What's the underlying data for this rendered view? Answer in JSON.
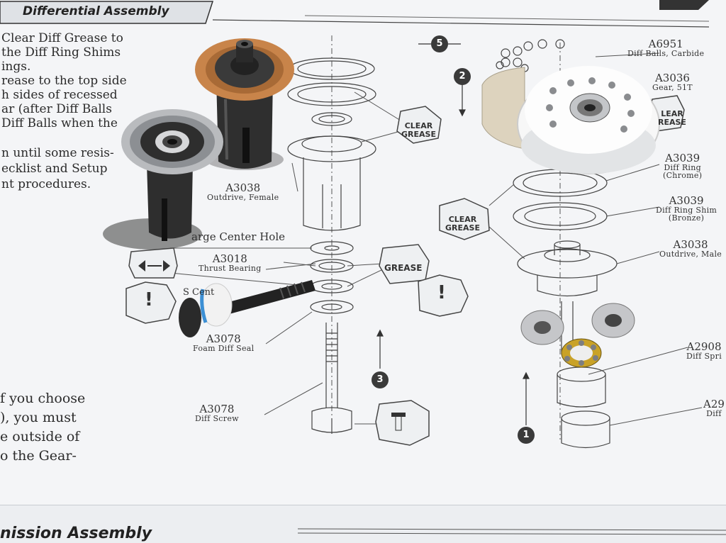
{
  "page": {
    "header_title": "Differential Assembly",
    "footer_title": "nission Assembly"
  },
  "instructions_top": [
    "Clear Diff Grease to",
    "the Diff Ring Shims",
    "ings.",
    "rease to the top side",
    "h sides of recessed",
    "ar (after Diff Balls",
    "Diff Balls when the"
  ],
  "instructions_mid": [
    "n until some resis-",
    "ecklist and Setup",
    "nt procedures."
  ],
  "instructions_bottom": [
    "f you choose",
    "), you must",
    "e outside of",
    "o the Gear-"
  ],
  "parts": {
    "a6951": {
      "code": "A6951",
      "name": "Diff Balls, Carbide"
    },
    "a3036": {
      "code": "A3036",
      "name": "Gear, 51T"
    },
    "a3039_chrome": {
      "code": "A3039",
      "name": "Diff Ring",
      "sub": "(Chrome)"
    },
    "a3039_bronze": {
      "code": "A3039",
      "name": "Diff Ring Shim",
      "sub": "(Bronze)"
    },
    "a3038_male": {
      "code": "A3038",
      "name": "Outdrive, Male"
    },
    "a2908": {
      "code": "A2908",
      "name": "Diff Spri"
    },
    "a29_right": {
      "code": "A29",
      "name": "Diff"
    },
    "a3038_female": {
      "code": "A3038",
      "name": "Outdrive, Female"
    },
    "a3018": {
      "code": "A3018",
      "name": "Thrust Bearing"
    },
    "a3078_seal": {
      "code": "A3078",
      "name": "Foam Diff Seal"
    },
    "a3078_screw": {
      "code": "A3078",
      "name": "Diff Screw"
    }
  },
  "notes": {
    "large_center_hole": "arge Center Hole",
    "small_center": "S      Cent"
  },
  "badges": {
    "clear_grease_1": [
      "CLEAR",
      "GREASE"
    ],
    "clear_grease_2": [
      "CLEAR",
      "GREASE"
    ],
    "clear_grease_3": [
      "LEAR",
      "REASE"
    ],
    "grease": [
      "GREASE"
    ],
    "warning_symbol": "!"
  },
  "steps": [
    "1",
    "2",
    "3",
    "5"
  ],
  "colors": {
    "paper": "#f4f5f7",
    "ink": "#333333",
    "gear_white": "#ffffff",
    "shim_bronze": "#c8844a",
    "outdrive_dark": "#2b2b2b",
    "foam_blue": "#3c8fd4",
    "bearing_gold": "#c9a227"
  }
}
